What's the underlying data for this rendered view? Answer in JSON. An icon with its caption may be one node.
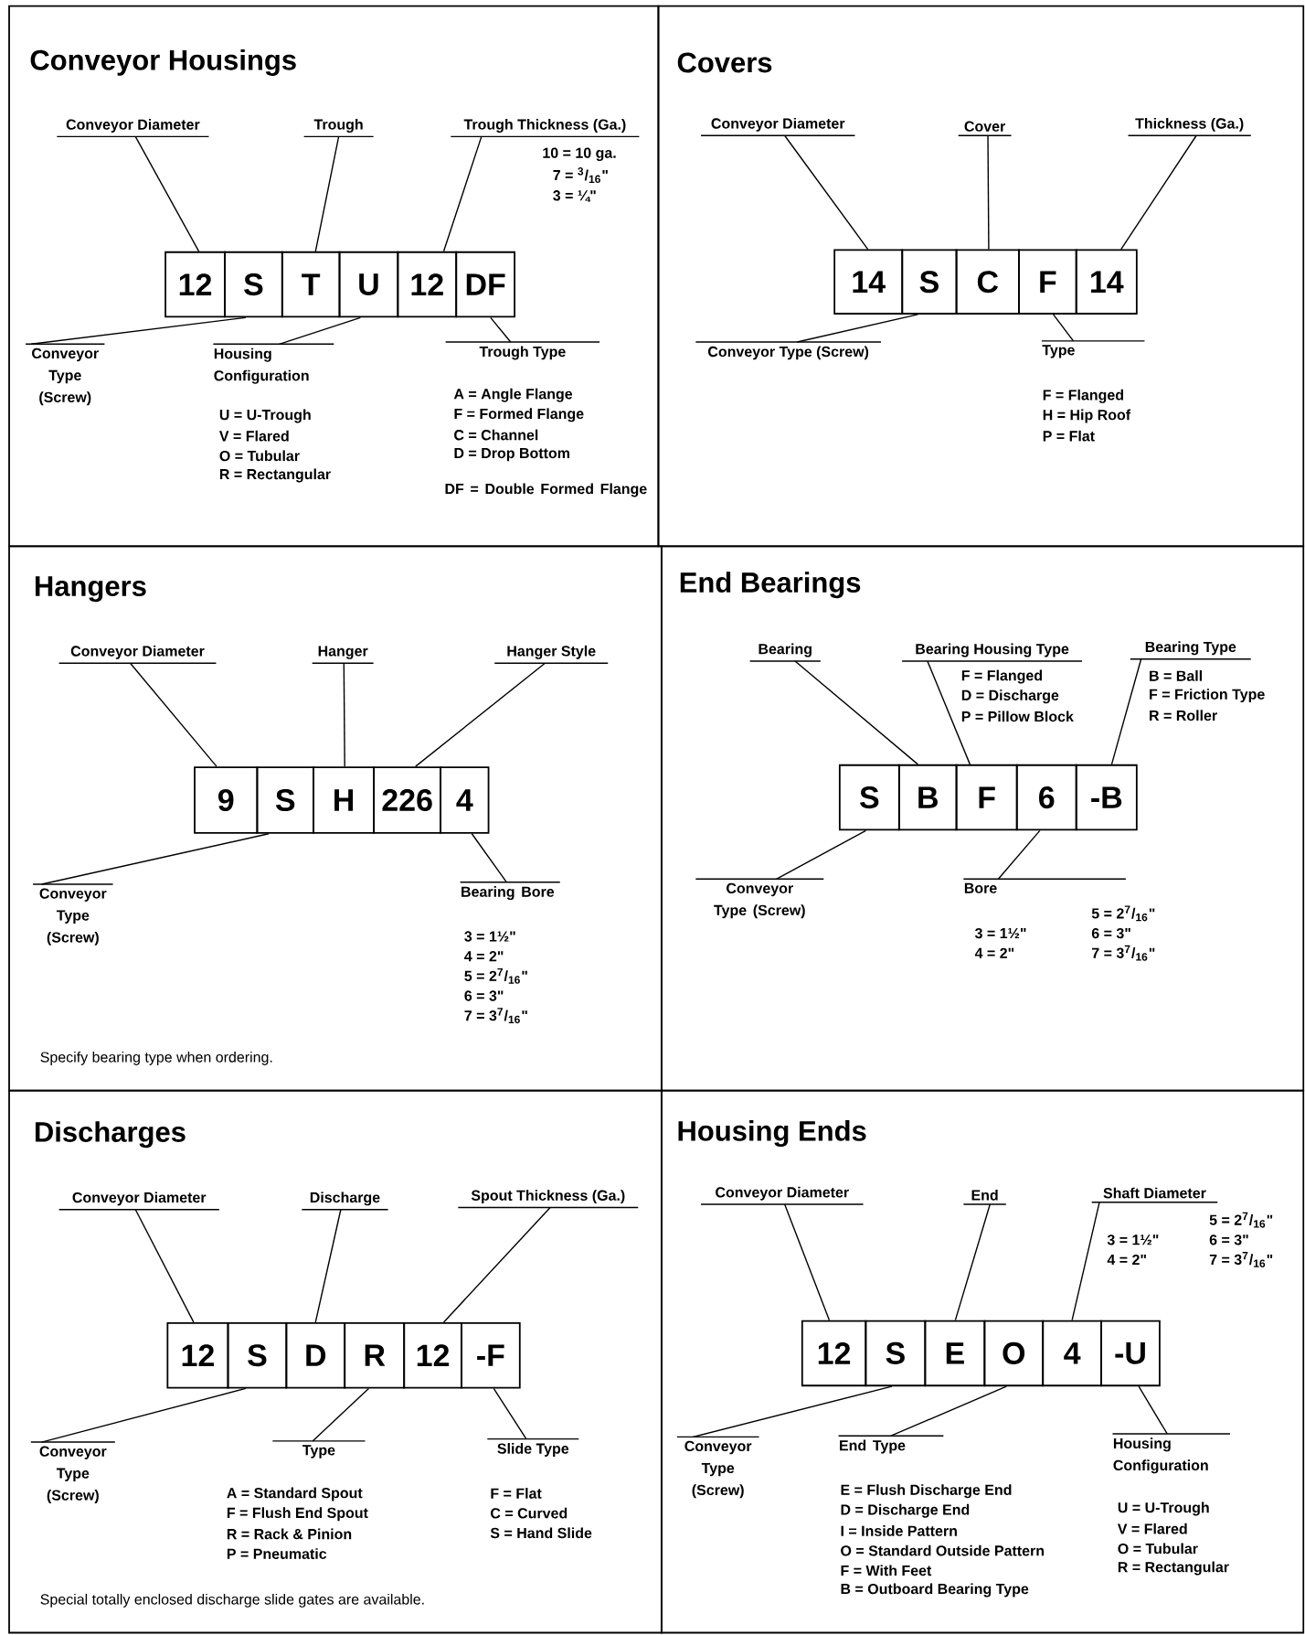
{
  "diagram": {
    "nodes": [
      {
        "text": [
          "Conveyor Housings"
        ]
      },
      {
        "text": [
          "12"
        ],
        "in": 0
      },
      {
        "text": [
          "S"
        ],
        "in": 0
      },
      {
        "text": [
          "T"
        ],
        "in": 0
      },
      {
        "text": [
          "U"
        ],
        "in": 0
      },
      {
        "text": [
          "12"
        ],
        "in": 0
      },
      {
        "text": [
          "DF"
        ],
        "in": 0
      },
      {
        "text": [
          "Conveyor Diameter"
        ],
        "in": 0
      },
      {
        "text": [
          "Trough"
        ],
        "in": 0
      },
      {
        "text": [
          "Trough Thickness (Ga.)"
        ],
        "in": 0,
        "beside": [
          "10 = 10 ga.",
          "7 = $^{3}$/$_{16}$\"",
          "3 = ¼\""
        ]
      },
      {
        "text": [
          "Conveyor Type (Screw)"
        ],
        "in": 0
      },
      {
        "text": [
          "Housing Configuration"
        ],
        "in": 0,
        "beside": [
          "U = U-Trough",
          "V = Flared",
          "O = Tubular",
          "R = Rectangular"
        ]
      },
      {
        "text": [
          "Trough Type"
        ],
        "in": 0,
        "beside": [
          "A = Angle Flange",
          "F = Formed Flange",
          "C = Channel",
          "D = Drop Bottom",
          "DF = Double Formed Flange"
        ]
      },
      {
        "text": [
          "Covers"
        ]
      },
      {
        "text": [
          "14"
        ],
        "in": 13
      },
      {
        "text": [
          "S"
        ],
        "in": 13
      },
      {
        "text": [
          "C"
        ],
        "in": 13
      },
      {
        "text": [
          "F"
        ],
        "in": 13
      },
      {
        "text": [
          "14"
        ],
        "in": 13
      },
      {
        "text": [
          "Conveyor Diameter"
        ],
        "in": 13
      },
      {
        "text": [
          "Cover"
        ],
        "in": 13
      },
      {
        "text": [
          "Thickness (Ga.)"
        ],
        "in": 13
      },
      {
        "text": [
          "Conveyor Type (Screw)"
        ],
        "in": 13
      },
      {
        "text": [
          "Type"
        ],
        "in": 13,
        "beside": [
          "F = Flanged",
          "H = Hip Roof",
          "P = Flat"
        ]
      },
      {
        "text": [
          "Hangers",
          "Specify bearing type when ordering."
        ]
      },
      {
        "text": [
          "9"
        ],
        "in": 24
      },
      {
        "text": [
          "S"
        ],
        "in": 24
      },
      {
        "text": [
          "H"
        ],
        "in": 24
      },
      {
        "text": [
          "226"
        ],
        "in": 24
      },
      {
        "text": [
          "4"
        ],
        "in": 24
      },
      {
        "text": [
          "Conveyor Diameter"
        ],
        "in": 24
      },
      {
        "text": [
          "Hanger"
        ],
        "in": 24
      },
      {
        "text": [
          "Hanger Style"
        ],
        "in": 24
      },
      {
        "text": [
          "Conveyor Type (Screw)"
        ],
        "in": 24
      },
      {
        "text": [
          "Bearing Bore"
        ],
        "in": 24,
        "beside": [
          "3 = 1½\"",
          "4 = 2\"",
          "5 = 2$^{7}$/$_{16}$\"",
          "6 = 3\"",
          "7 = 3$^{7}$/$_{16}$\""
        ]
      },
      {
        "text": [
          "End Bearings"
        ]
      },
      {
        "text": [
          "S"
        ],
        "in": 35
      },
      {
        "text": [
          "B"
        ],
        "in": 35
      },
      {
        "text": [
          "F"
        ],
        "in": 35
      },
      {
        "text": [
          "6"
        ],
        "in": 35
      },
      {
        "text": [
          "-B"
        ],
        "in": 35
      },
      {
        "text": [
          "Bearing"
        ],
        "in": 35
      },
      {
        "text": [
          "Bearing Housing Type"
        ],
        "in": 35,
        "beside": [
          "F = Flanged",
          "D = Discharge",
          "P = Pillow Block"
        ]
      },
      {
        "text": [
          "Bearing Type"
        ],
        "in": 35,
        "beside": [
          "B = Ball",
          "F = Friction Type",
          "R = Roller"
        ]
      },
      {
        "text": [
          "Conveyor Type (Screw)"
        ],
        "in": 35
      },
      {
        "text": [
          "Bore"
        ],
        "in": 35,
        "beside": [
          "3 = 1½\"",
          "4 = 2\"",
          "5 = 2$^{7}$/$_{16}$\"",
          "6 = 3\"",
          "7 = 3$^{7}$/$_{16}$\""
        ]
      },
      {
        "text": [
          "Discharges",
          "Special totally enclosed discharge slide gates are available."
        ]
      },
      {
        "text": [
          "12"
        ],
        "in": 46
      },
      {
        "text": [
          "S"
        ],
        "in": 46
      },
      {
        "text": [
          "D"
        ],
        "in": 46
      },
      {
        "text": [
          "R"
        ],
        "in": 46
      },
      {
        "text": [
          "12"
        ],
        "in": 46
      },
      {
        "text": [
          "-F"
        ],
        "in": 46
      },
      {
        "text": [
          "Conveyor Diameter"
        ],
        "in": 46
      },
      {
        "text": [
          "Discharge"
        ],
        "in": 46
      },
      {
        "text": [
          "Spout Thickness (Ga.)"
        ],
        "in": 46
      },
      {
        "text": [
          "Conveyor Type (Screw)"
        ],
        "in": 46
      },
      {
        "text": [
          "Type"
        ],
        "in": 46,
        "beside": [
          "A = Standard Spout",
          "F = Flush End Spout",
          "R = Rack & Pinion",
          "P = Pneumatic"
        ]
      },
      {
        "text": [
          "Slide Type"
        ],
        "in": 46,
        "beside": [
          "F = Flat",
          "C = Curved",
          "S = Hand Slide"
        ]
      },
      {
        "text": [
          "Housing Ends"
        ]
      },
      {
        "text": [
          "12"
        ],
        "in": 59
      },
      {
        "text": [
          "S"
        ],
        "in": 59
      },
      {
        "text": [
          "E"
        ],
        "in": 59
      },
      {
        "text": [
          "O"
        ],
        "in": 59
      },
      {
        "text": [
          "4"
        ],
        "in": 59
      },
      {
        "text": [
          "-U"
        ],
        "in": 59
      },
      {
        "text": [
          "Conveyor Diameter"
        ],
        "in": 59
      },
      {
        "text": [
          "End"
        ],
        "in": 59
      },
      {
        "text": [
          "Shaft Diameter"
        ],
        "in": 59,
        "beside": [
          "3 = 1½\"",
          "4 = 2\"",
          "5 = 2$^{7}$/$_{16}$\"",
          "6 = 3\"",
          "7 = 3$^{7}$/$_{16}$\""
        ]
      },
      {
        "text": [
          "Conveyor Type (Screw)"
        ],
        "in": 59
      },
      {
        "text": [
          "End Type"
        ],
        "in": 59,
        "beside": [
          "E = Flush Discharge End",
          "D = Discharge End",
          "I = Inside Pattern",
          "O = Standard Outside Pattern",
          "F = With Feet",
          "B = Outboard Bearing Type"
        ]
      },
      {
        "text": [
          "Housing Configuration"
        ],
        "in": 59,
        "beside": [
          "U = U-Trough",
          "V = Flared",
          "O = Tubular",
          "R = Rectangular"
        ]
      }
    ],
    "edges": [
      {
        "from": 7,
        "to": 1,
        "arrow": "none"
      },
      {
        "from": 8,
        "to": 3,
        "arrow": "none"
      },
      {
        "from": 9,
        "to": 5,
        "arrow": "none"
      },
      {
        "from": 10,
        "to": 2,
        "arrow": "none"
      },
      {
        "from": 11,
        "to": 4,
        "arrow": "none"
      },
      {
        "from": 12,
        "to": 6,
        "arrow": "none"
      },
      {
        "from": 19,
        "to": 14,
        "arrow": "none"
      },
      {
        "from": 20,
        "to": 16,
        "arrow": "none"
      },
      {
        "from": 21,
        "to": 18,
        "arrow": "none"
      },
      {
        "from": 22,
        "to": 15,
        "arrow": "none"
      },
      {
        "from": 23,
        "to": 17,
        "arrow": "none"
      },
      {
        "from": 30,
        "to": 25,
        "arrow": "none"
      },
      {
        "from": 31,
        "to": 27,
        "arrow": "none"
      },
      {
        "from": 32,
        "to": 28,
        "arrow": "none"
      },
      {
        "from": 33,
        "to": 26,
        "arrow": "none"
      },
      {
        "from": 34,
        "to": 29,
        "arrow": "none"
      },
      {
        "from": 41,
        "to": 37,
        "arrow": "none"
      },
      {
        "from": 42,
        "to": 38,
        "arrow": "none"
      },
      {
        "from": 43,
        "to": 40,
        "arrow": "none"
      },
      {
        "from": 44,
        "to": 36,
        "arrow": "none"
      },
      {
        "from": 45,
        "to": 39,
        "arrow": "none"
      },
      {
        "from": 53,
        "to": 47,
        "arrow": "none"
      },
      {
        "from": 54,
        "to": 49,
        "arrow": "none"
      },
      {
        "from": 55,
        "to": 51,
        "arrow": "none"
      },
      {
        "from": 56,
        "to": 48,
        "arrow": "none"
      },
      {
        "from": 57,
        "to": 50,
        "arrow": "none"
      },
      {
        "from": 58,
        "to": 52,
        "arrow": "none"
      },
      {
        "from": 66,
        "to": 60,
        "arrow": "none"
      },
      {
        "from": 67,
        "to": 62,
        "arrow": "none"
      },
      {
        "from": 68,
        "to": 64,
        "arrow": "none"
      },
      {
        "from": 69,
        "to": 61,
        "arrow": "none"
      },
      {
        "from": 70,
        "to": 63,
        "arrow": "none"
      },
      {
        "from": 71,
        "to": 65,
        "arrow": "none"
      }
    ]
  }
}
